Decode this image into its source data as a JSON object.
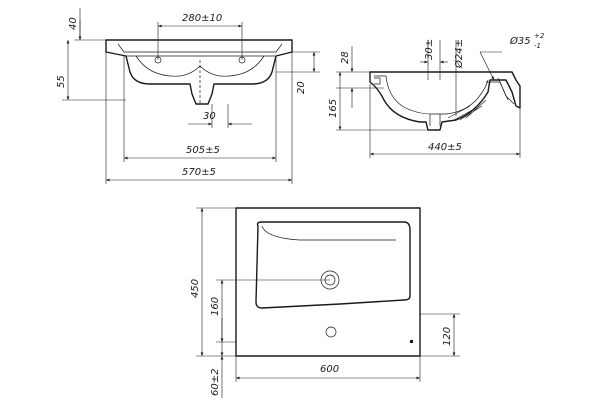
{
  "front_view": {
    "dim_top_height": "40",
    "dim_hole_spacing": "280±10",
    "dim_side_height": "55",
    "dim_right_height": "20",
    "dim_drain_width": "30",
    "dim_inner_width": "505±5",
    "dim_total_width": "570±5"
  },
  "side_view": {
    "dim_rim": "28",
    "dim_depth": "165",
    "dim_hole_offset": "30±",
    "dim_drain_diameter": "Ø24±",
    "dim_overflow_diameter": "Ø35",
    "dim_overflow_tolerance_plus": "+2",
    "dim_overflow_tolerance_minus": "-1",
    "dim_side_depth": "440±5"
  },
  "top_view": {
    "dim_depth": "450",
    "dim_drain_from_front": "160",
    "dim_tap_from_front": "120",
    "dim_width": "600",
    "dim_front_offset": "60±2"
  }
}
